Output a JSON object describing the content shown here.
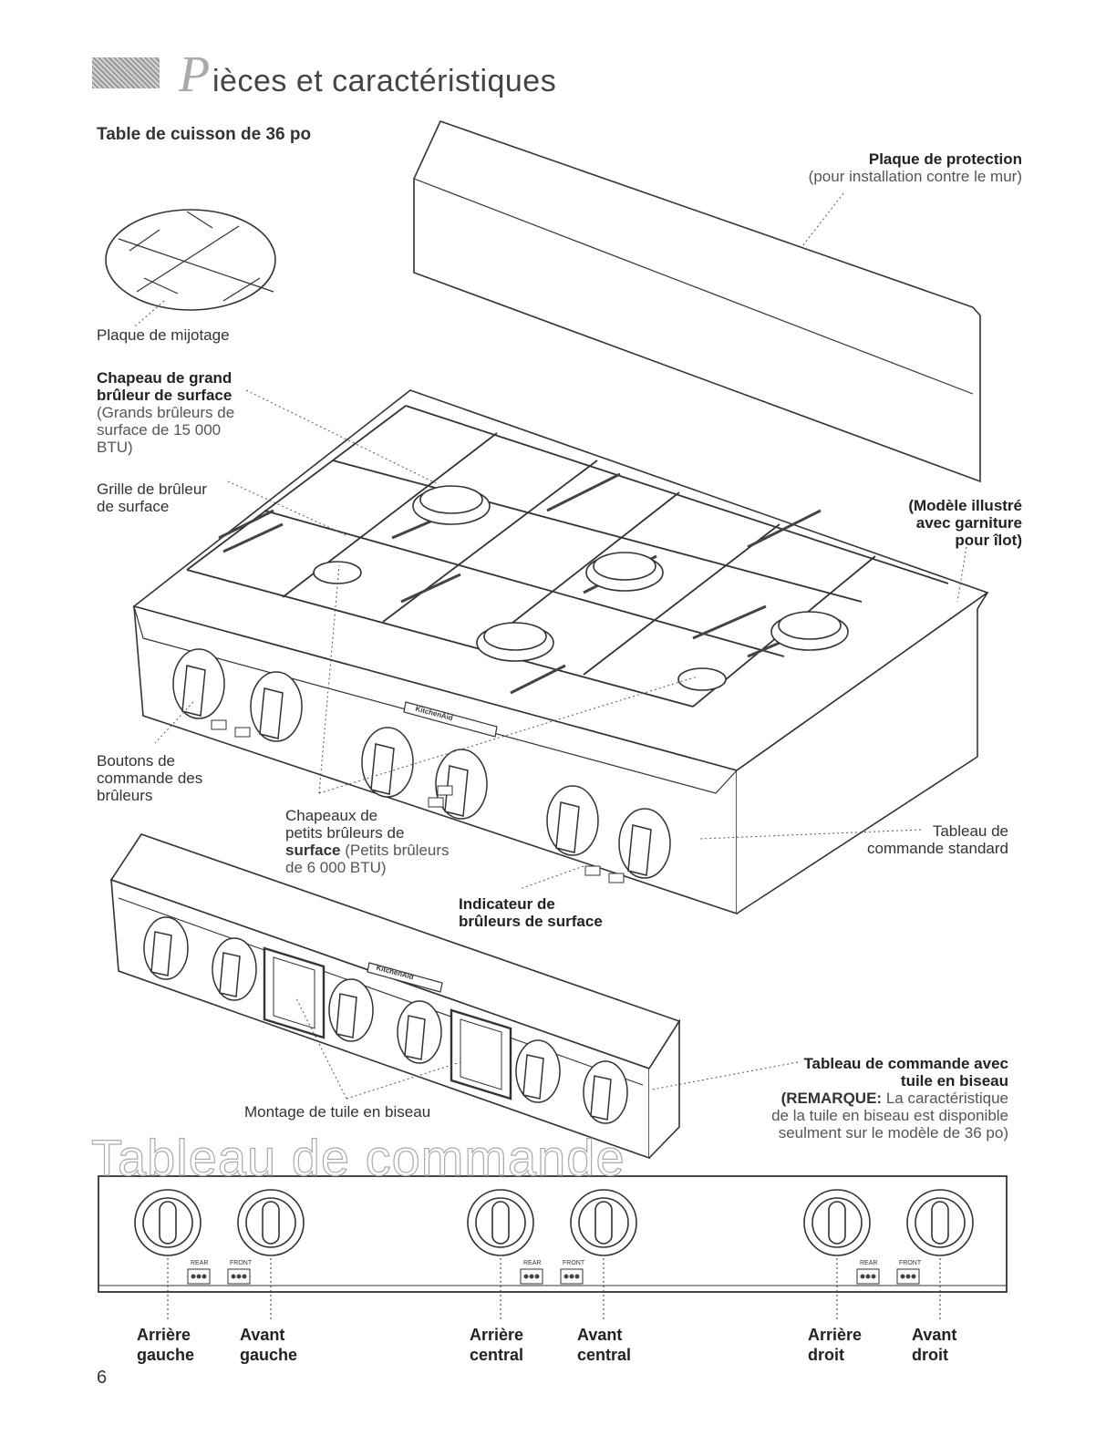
{
  "header": {
    "title_initial": "P",
    "title_rest": "ièces et caractéristiques"
  },
  "subtitle": "Table de cuisson de 36 po",
  "labels": {
    "protection_plate": {
      "title": "Plaque de protection",
      "note": "(pour installation contre le mur)"
    },
    "simmer_plate": "Plaque de mijotage",
    "large_cap": {
      "title1": "Chapeau de grand",
      "title2": "brûleur de surface",
      "note1": "(Grands brûleurs de",
      "note2": "surface de 15 000",
      "note3": "BTU)"
    },
    "grate": {
      "line1": "Grille de brûleur",
      "line2": "de surface"
    },
    "island_model": {
      "line1": "(Modèle illustré",
      "line2": "avec garniture",
      "line3": "pour îlot)"
    },
    "control_knobs": {
      "line1": "Boutons de",
      "line2": "commande des",
      "line3": "brûleurs"
    },
    "small_caps": {
      "line1": "Chapeaux de",
      "line2": "petits brûleurs de",
      "line3_bold": "surface",
      "line3_rest": " (Petits brûleurs",
      "line4": "de 6 000 BTU)"
    },
    "standard_panel": {
      "line1": "Tableau de",
      "line2": "commande standard"
    },
    "indicator": {
      "line1": "Indicateur de",
      "line2": "brûleurs de surface"
    },
    "bevel_panel": {
      "line1": "Tableau de commande avec",
      "line2": "tuile en biseau",
      "remark_bold": "(REMARQUE:",
      "remark_rest": " La caractéristique",
      "line4": "de la tuile en biseau est disponible",
      "line5": "seulment sur le modèle de 36 po)"
    },
    "bevel_mount": "Montage de tuile en biseau"
  },
  "brand": "KitchenAid",
  "section2_title": "Tableau de commande",
  "indicator_labels": {
    "rear": "REAR",
    "front": "FRONT"
  },
  "knob_labels": [
    {
      "line1": "Arrière",
      "line2": "gauche"
    },
    {
      "line1": "Avant",
      "line2": "gauche"
    },
    {
      "line1": "Arrière",
      "line2": "central"
    },
    {
      "line1": "Avant",
      "line2": "central"
    },
    {
      "line1": "Arrière",
      "line2": "droit"
    },
    {
      "line1": "Avant",
      "line2": "droit"
    }
  ],
  "page_number": "6"
}
